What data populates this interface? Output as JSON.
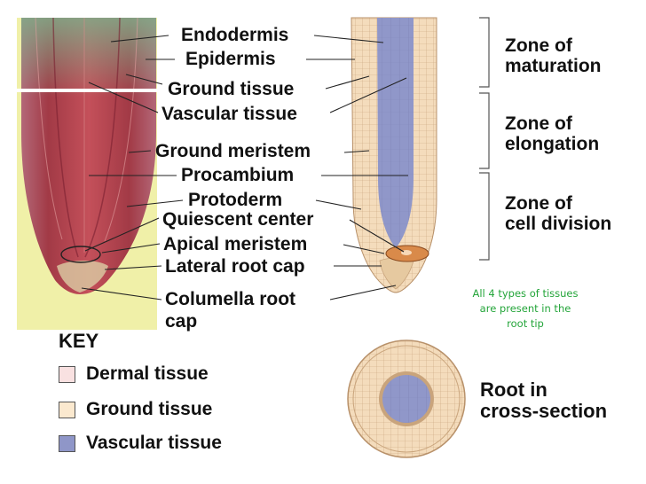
{
  "labels": {
    "endodermis": "Endodermis",
    "epidermis": "Epidermis",
    "ground_tissue": "Ground tissue",
    "vascular_tissue": "Vascular tissue",
    "ground_meristem": "Ground meristem",
    "procambium": "Procambium",
    "protoderm": "Protoderm",
    "quiescent_center": "Quiescent center",
    "apical_meristem": "Apical meristem",
    "lateral_root_cap": "Lateral root cap",
    "columella_line1": "Columella root",
    "columella_line2": "cap"
  },
  "zones": {
    "maturation": [
      "Zone of",
      "maturation"
    ],
    "elongation": [
      "Zone of",
      "elongation"
    ],
    "division": [
      "Zone of",
      "cell division"
    ]
  },
  "key": {
    "title": "KEY",
    "items": [
      {
        "label": "Dermal tissue",
        "color": "#f9e1e1"
      },
      {
        "label": "Ground tissue",
        "color": "#fbe9cf"
      },
      {
        "label": "Vascular tissue",
        "color": "#8f96c8"
      }
    ]
  },
  "cross_section": {
    "line1": "Root in",
    "line2": "cross-section"
  },
  "note": {
    "line1": "All 4 types of tissues",
    "line2": "are present in the",
    "line3": "root tip"
  },
  "colors": {
    "micrograph_bg": "#f0f0a8",
    "micrograph_tissue": "#b5434b",
    "ground": "#f3d6b0",
    "vascular": "#8b93c9",
    "apical": "#d98a4a",
    "note_green": "#24a53a"
  }
}
